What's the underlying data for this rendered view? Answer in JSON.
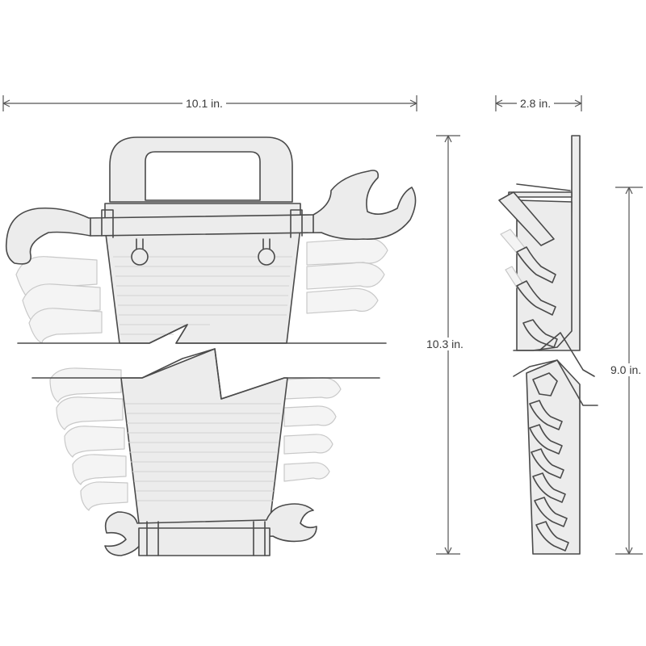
{
  "dimensions": {
    "width": "10.1 in.",
    "depth": "2.8 in.",
    "height": "10.3 in.",
    "inner_height": "9.0 in."
  },
  "colors": {
    "outline": "#4a4a4a",
    "body": "#ececec",
    "ghost": "#f4f4f4",
    "background": "#ffffff"
  }
}
